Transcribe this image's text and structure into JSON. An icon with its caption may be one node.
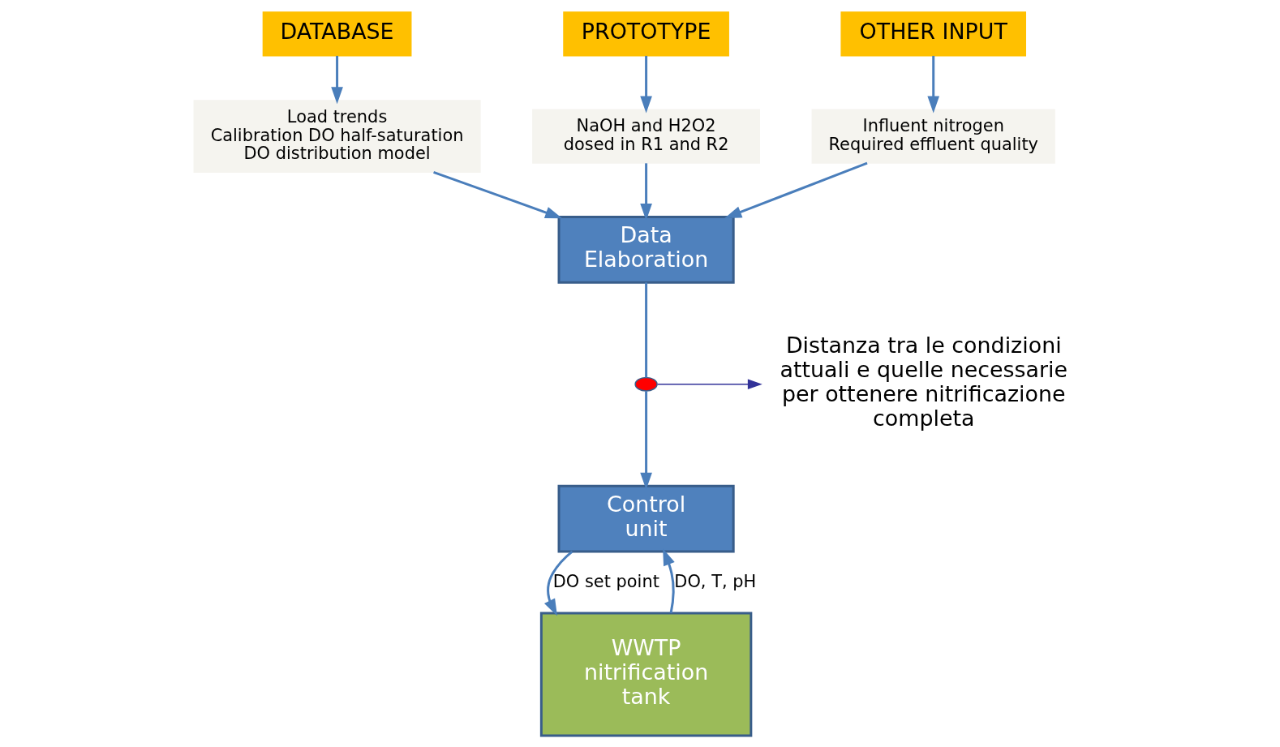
{
  "diagram": {
    "nodes": [
      {
        "text": [
          "DATABASE"
        ]
      },
      {
        "text": [
          "PROTOTYPE"
        ]
      },
      {
        "text": [
          "OTHER INPUT"
        ]
      },
      {
        "text": [
          "Load trends",
          "Calibration DO half-saturation",
          "DO distribution model"
        ]
      },
      {
        "text": [
          "NaOH and H2O2 dosed in R1 and R2"
        ]
      },
      {
        "text": [
          "Influent nitrogen",
          "Required effluent quality"
        ]
      },
      {
        "text": [
          "Data Elaboration"
        ]
      },
      {
        "text": [
          "Control unit"
        ]
      },
      {
        "text": [
          "WWTP nitrification tank"
        ]
      },
      {
        "text": [],
        "shape": "circle"
      },
      {
        "text": [
          "Distanza tra le condizioni attuali e quelle necessarie per ottenere nitrificazione completa"
        ]
      }
    ],
    "edges": [
      {
        "from": 0,
        "to": 3,
        "arrow": "to"
      },
      {
        "from": 1,
        "to": 4,
        "arrow": "to"
      },
      {
        "from": 2,
        "to": 5,
        "arrow": "to"
      },
      {
        "from": 3,
        "to": 6,
        "arrow": "to"
      },
      {
        "from": 4,
        "to": 6,
        "arrow": "to"
      },
      {
        "from": 5,
        "to": 6,
        "arrow": "to"
      },
      {
        "from": 6,
        "to": 9,
        "arrow": "none"
      },
      {
        "from": 9,
        "to": 7,
        "arrow": "to"
      },
      {
        "from": 9,
        "to": 10,
        "arrow": "to",
        "color": "#333399"
      },
      {
        "from": 8,
        "to": 7,
        "arrow": "to",
        "label": "DO, T, pH"
      },
      {
        "from": 7,
        "to": 8,
        "arrow": "to",
        "label": "DO set point"
      }
    ]
  }
}
